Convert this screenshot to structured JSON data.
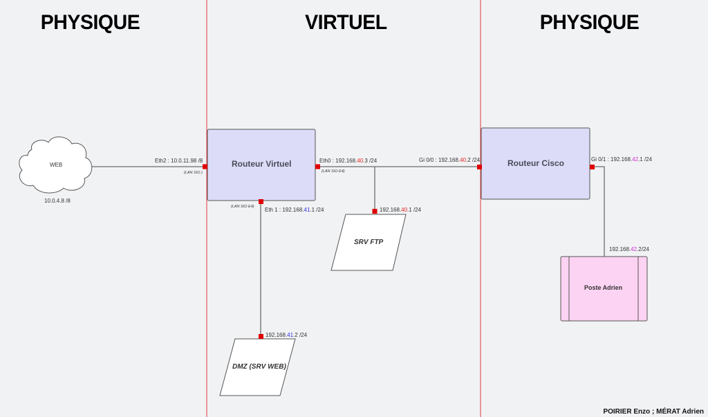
{
  "zones": [
    {
      "title": "PHYSIQUE"
    },
    {
      "title": "VIRTUEL"
    },
    {
      "title": "PHYSIQUE"
    }
  ],
  "colors": {
    "zone_divider": "#e03a3a",
    "port": "#e00000",
    "router_fill": "#dcdcf8",
    "host_fill": "#fdd3f3",
    "server_fill": "#ffffff",
    "net40": "#e21f1f",
    "net41": "#2b2be0",
    "net42": "#d22bd2"
  },
  "nodes": {
    "web": {
      "label": "WEB",
      "ip": "10.0.4.8 /8"
    },
    "routeur_virtuel": {
      "label": "Routeur Virtuel"
    },
    "routeur_cisco": {
      "label": "Routeur Cisco"
    },
    "srv_ftp": {
      "label": "SRV FTP"
    },
    "dmz": {
      "label": "DMZ (SRV WEB)"
    },
    "poste_adrien": {
      "label": "Poste Adrien"
    }
  },
  "interfaces": {
    "eth2": {
      "text": "Eth2 : 10.0.11.98 /8",
      "sub": "(LAN SIO )"
    },
    "eth0": {
      "pre": "Eth0 : 192.168.",
      "hl": "40",
      "post": ".3 /24",
      "sub": "(LAN SIO E4)"
    },
    "eth1": {
      "pre": "Eth 1 : 192.168.",
      "hl": "41",
      "post": ".1 /24",
      "sub": "(LAN SIO E4)"
    },
    "ftp": {
      "pre": "192.168.",
      "hl": "40",
      "post": ".1 /24"
    },
    "dmz": {
      "pre": "192.168.",
      "hl": "41",
      "post": ".2 /24"
    },
    "gi00": {
      "pre": "Gi 0/0 : 192.168.",
      "hl": "40",
      "post": ".2 /24"
    },
    "gi01": {
      "pre": "Gi 0/1 : 192.168.",
      "hl": "42",
      "post": ".1 /24"
    },
    "poste": {
      "pre": "192.168.",
      "hl": "42",
      "post": ".2/24"
    }
  },
  "footer": {
    "authors": "POIRIER Enzo ; MÉRAT Adrien"
  }
}
